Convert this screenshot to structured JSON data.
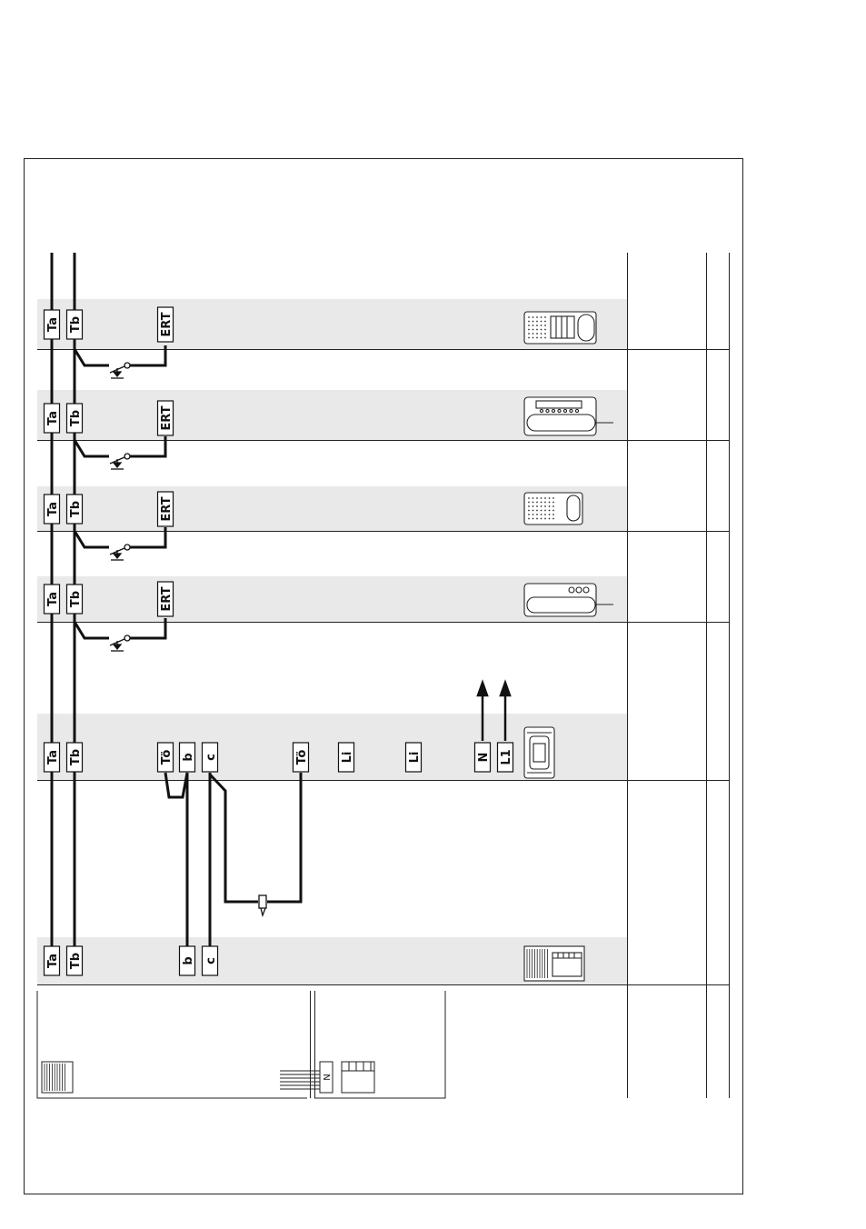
{
  "colors": {
    "band": "#e9e9e9",
    "line": "#111111",
    "frame": "#222222"
  },
  "rows": [
    {
      "id": "row-1",
      "terminals": [
        {
          "id": "ta",
          "label": "Ta"
        },
        {
          "id": "tb",
          "label": "Tb"
        },
        {
          "id": "ert",
          "label": "ERT"
        }
      ],
      "device": "intercom-keypad-icon"
    },
    {
      "id": "row-2",
      "terminals": [
        {
          "id": "ta",
          "label": "Ta"
        },
        {
          "id": "tb",
          "label": "Tb"
        },
        {
          "id": "ert",
          "label": "ERT"
        }
      ],
      "device": "handset-display-icon"
    },
    {
      "id": "row-3",
      "terminals": [
        {
          "id": "ta",
          "label": "Ta"
        },
        {
          "id": "tb",
          "label": "Tb"
        },
        {
          "id": "ert",
          "label": "ERT"
        }
      ],
      "device": "intercom-speaker-icon"
    },
    {
      "id": "row-4",
      "terminals": [
        {
          "id": "ta",
          "label": "Ta"
        },
        {
          "id": "tb",
          "label": "Tb"
        },
        {
          "id": "ert",
          "label": "ERT"
        }
      ],
      "device": "handset-icon"
    },
    {
      "id": "row-5",
      "terminals": [
        {
          "id": "ta",
          "label": "Ta"
        },
        {
          "id": "tb",
          "label": "Tb"
        },
        {
          "id": "to1",
          "label": "Tö"
        },
        {
          "id": "b",
          "label": "b"
        },
        {
          "id": "c",
          "label": "c"
        },
        {
          "id": "to2",
          "label": "Tö"
        },
        {
          "id": "li1",
          "label": "Li"
        },
        {
          "id": "li2",
          "label": "Li"
        },
        {
          "id": "n",
          "label": "N"
        },
        {
          "id": "l1",
          "label": "L1"
        }
      ],
      "device": "power-supply-icon"
    },
    {
      "id": "row-6",
      "terminals": [
        {
          "id": "ta",
          "label": "Ta"
        },
        {
          "id": "tb",
          "label": "Tb"
        },
        {
          "id": "b",
          "label": "b"
        },
        {
          "id": "c",
          "label": "c"
        }
      ],
      "device": "door-station-icon"
    }
  ],
  "bottom": {
    "n_label": "N"
  }
}
